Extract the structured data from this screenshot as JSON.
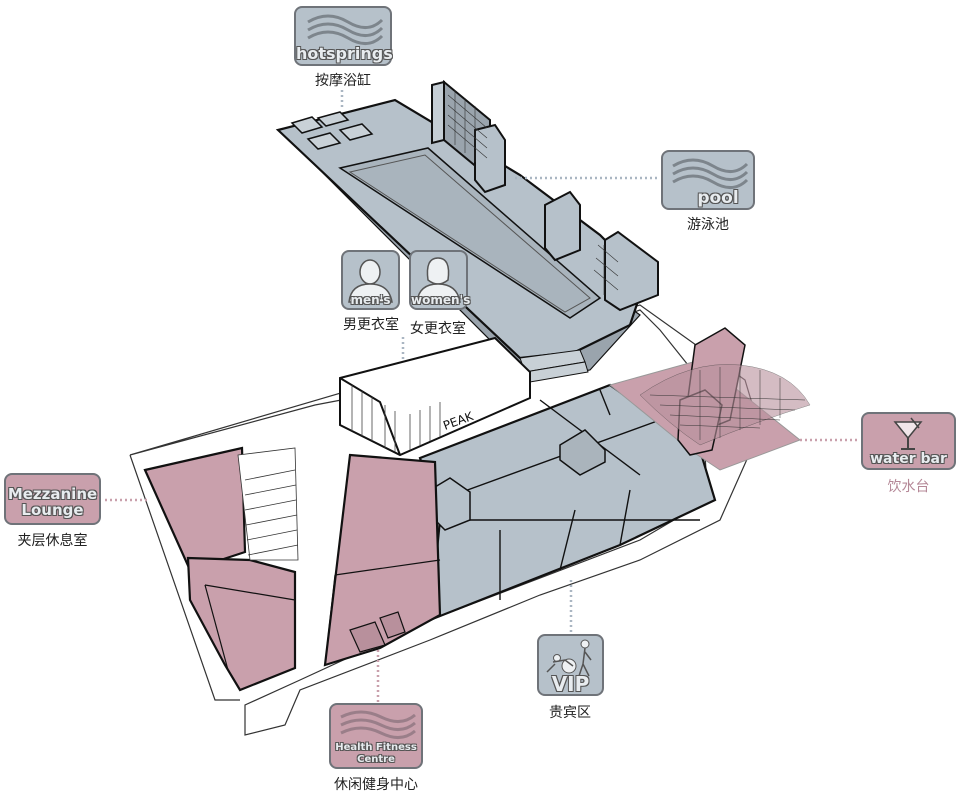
{
  "colors": {
    "blue_fill": "#b6c1ca",
    "pink_fill": "#c9a0ac",
    "outline": "#111111",
    "connector": "#aab6c2"
  },
  "badges": {
    "hotsprings": {
      "label": "hotsprings",
      "caption": "按摩浴缸",
      "icon": "waves-icon"
    },
    "pool": {
      "label": "pool",
      "caption": "游泳池",
      "icon": "waves-icon"
    },
    "mens": {
      "label": "men's",
      "caption": "男更衣室",
      "icon": "man-silhouette-icon"
    },
    "womens": {
      "label": "women's",
      "caption": "女更衣室",
      "icon": "woman-silhouette-icon"
    },
    "water_bar": {
      "label": "water bar",
      "caption": "饮水台",
      "icon": "cocktail-glass-icon"
    },
    "mezzanine": {
      "label_line1": "Mezzanine",
      "label_line2": "Lounge",
      "caption": "夹层休息室"
    },
    "vip": {
      "label": "VIP",
      "caption": "贵宾区",
      "icon": "fitness-figures-icon"
    },
    "health": {
      "label_line1": "Health Fitness",
      "label_line2": "Centre",
      "caption": "休闲健身中心",
      "icon": "waves-icon"
    }
  },
  "building": {
    "sign_text": "PEAK"
  }
}
